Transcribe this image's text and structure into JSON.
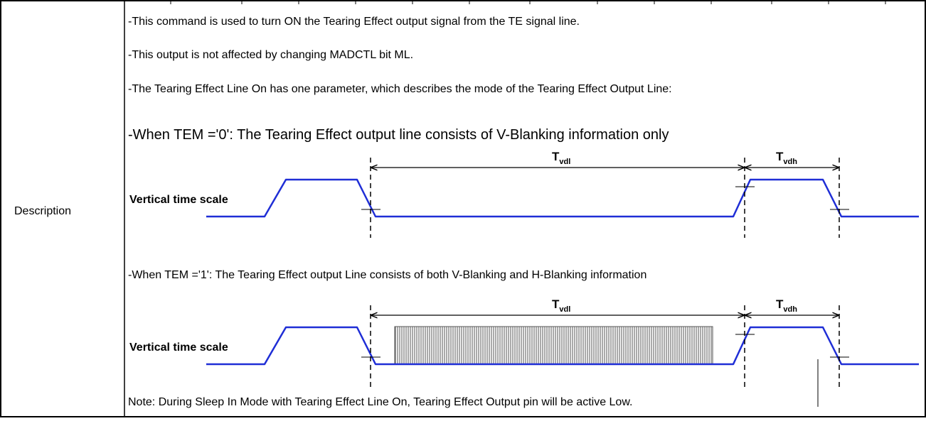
{
  "row_label": "Description",
  "lines": {
    "l1": "-This command is used to turn ON the Tearing Effect output signal from the TE signal line.",
    "l2": "-This output is not affected by changing MADCTL bit ML.",
    "l3": "-The Tearing Effect Line On has one parameter, which describes the mode of the Tearing Effect Output Line:",
    "tem0": "-When TEM ='0': The Tearing Effect output line consists of V-Blanking information only",
    "tem1": "-When TEM ='1': The Tearing Effect output Line consists of both V-Blanking and H-Blanking information",
    "note": "Note: During Sleep In Mode with Tearing Effect Line On, Tearing Effect Output pin will be active Low."
  },
  "diagram": {
    "scale_label": "Vertical time scale",
    "t_main": "T",
    "t_vdl_sub": "vdl",
    "t_vdh_sub": "vdh"
  },
  "colors": {
    "signal": "#1f2ed6",
    "border": "#000000",
    "hblank_fill": "#9a9a9a"
  }
}
